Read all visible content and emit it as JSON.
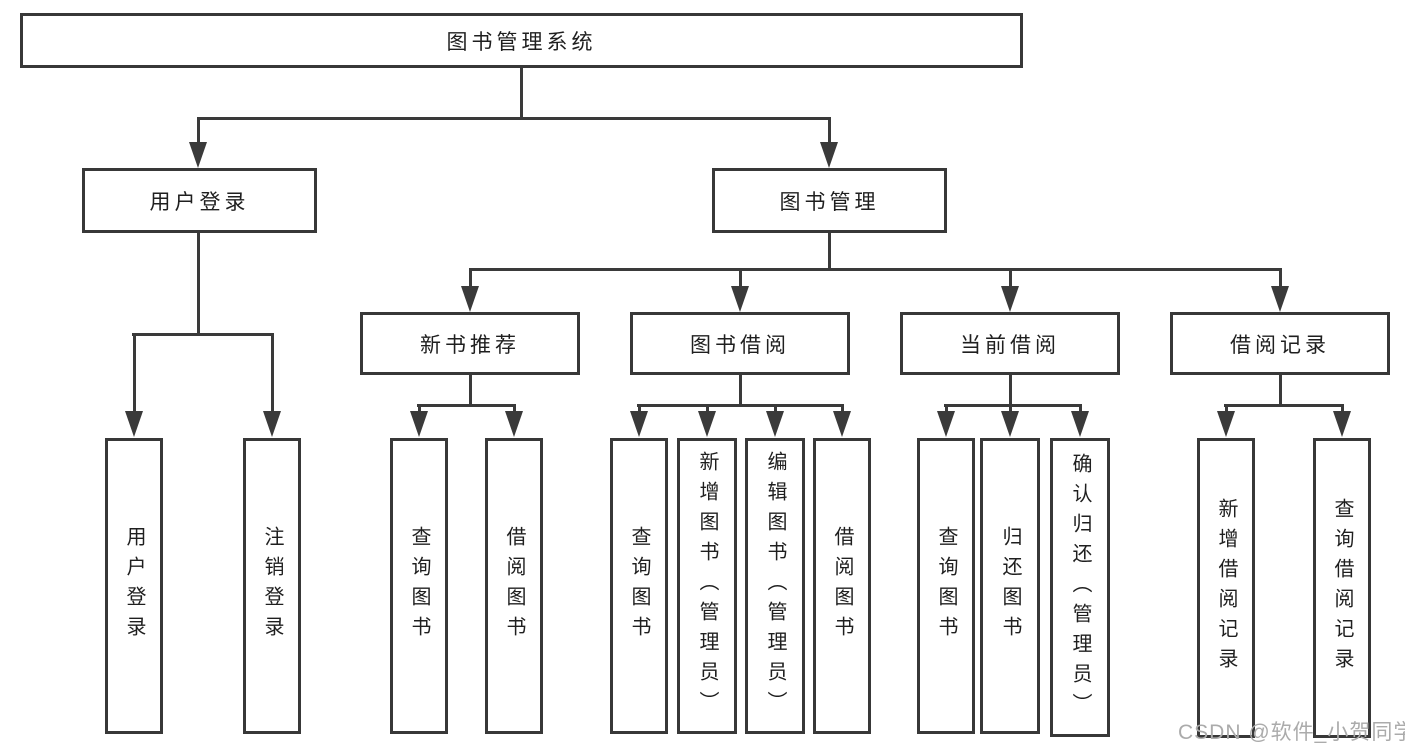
{
  "diagram": {
    "title": "图书管理系统",
    "root": {
      "label": "图书管理系统"
    },
    "level2": [
      {
        "label": "用户登录"
      },
      {
        "label": "图书管理"
      }
    ],
    "level3": [
      {
        "label": "新书推荐",
        "parent": "图书管理"
      },
      {
        "label": "图书借阅",
        "parent": "图书管理"
      },
      {
        "label": "当前借阅",
        "parent": "图书管理"
      },
      {
        "label": "借阅记录",
        "parent": "图书管理"
      }
    ],
    "leaves": [
      {
        "label": "用户登录",
        "parent": "用户登录"
      },
      {
        "label": "注销登录",
        "parent": "用户登录"
      },
      {
        "label": "查询图书",
        "parent": "新书推荐"
      },
      {
        "label": "借阅图书",
        "parent": "新书推荐"
      },
      {
        "label": "查询图书",
        "parent": "图书借阅"
      },
      {
        "label": "新增图书（管理员）",
        "parent": "图书借阅"
      },
      {
        "label": "编辑图书（管理员）",
        "parent": "图书借阅"
      },
      {
        "label": "借阅图书",
        "parent": "图书借阅"
      },
      {
        "label": "查询图书",
        "parent": "当前借阅"
      },
      {
        "label": "归还图书",
        "parent": "当前借阅"
      },
      {
        "label": "确认归还（管理员）",
        "parent": "当前借阅"
      },
      {
        "label": "新增借阅记录",
        "parent": "借阅记录"
      },
      {
        "label": "查询借阅记录",
        "parent": "借阅记录"
      }
    ],
    "watermark": "CSDN @软件_小贺同学",
    "colors": {
      "line": "#3a3a3a",
      "border": "#383838",
      "text": "#1f1f1f",
      "watermark": "#ababab",
      "background": "#ffffff"
    }
  }
}
